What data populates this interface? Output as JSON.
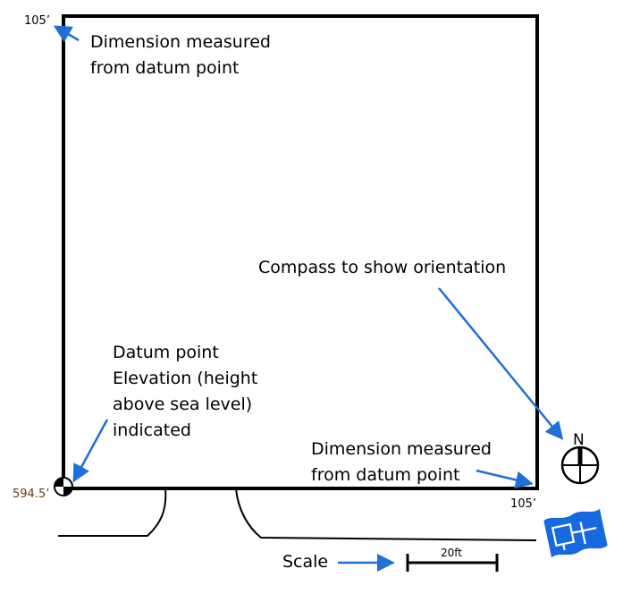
{
  "dimension_labels": {
    "top_left_value": "105’",
    "bottom_right_value": "105’",
    "datum_elevation": "594.5’"
  },
  "annotations": {
    "dimension_top_line1": "Dimension measured",
    "dimension_top_line2": "from datum point",
    "compass_note": "Compass to show orientation",
    "datum_line1": "Datum point",
    "datum_line2": "Elevation (height",
    "datum_line3": "above sea level)",
    "datum_line4": "indicated",
    "dimension_bottom_line1": "Dimension measured",
    "dimension_bottom_line2": "from datum point",
    "scale_label": "Scale"
  },
  "compass": {
    "north_label": "N"
  },
  "scale_bar": {
    "length_label": "20ft"
  },
  "colors": {
    "arrow": "#1f6fd6",
    "line": "#000000",
    "elevation_text": "#6b3a10",
    "logo_blue": "#1769e0"
  },
  "icons": {
    "logo": "floor-plan-map-icon",
    "compass": "compass-icon",
    "datum": "datum-point-icon"
  }
}
